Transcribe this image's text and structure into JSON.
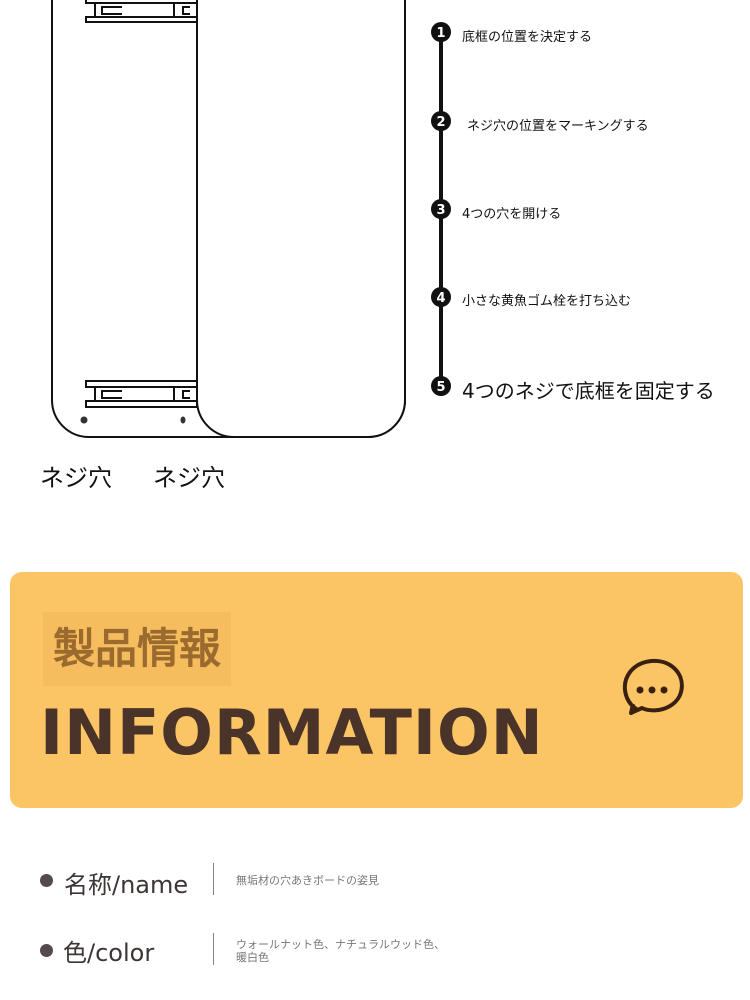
{
  "diagram": {
    "hole_labels": [
      "ネジ穴",
      "ネジ穴"
    ]
  },
  "steps": [
    {
      "number": "1",
      "text": "底框の位置を決定する"
    },
    {
      "number": "2",
      "text": "ネジ穴の位置をマーキングする"
    },
    {
      "number": "3",
      "text": "4つの穴を開ける"
    },
    {
      "number": "4",
      "text": "小さな黄魚ゴム栓を打ち込む"
    },
    {
      "number": "5",
      "text": "4つのネジで底框を固定する"
    }
  ],
  "info_card": {
    "title_jp": "製品情報",
    "title_en": "INFORMATION",
    "icon": "chat-bubble-icon",
    "background": "#fbc566"
  },
  "info": [
    {
      "label": "名称/name",
      "value": "無垢材の穴あきボードの姿見"
    },
    {
      "label": "色/color",
      "value": "ウォールナット色、ナチュラルウッド色、暖白色"
    }
  ]
}
